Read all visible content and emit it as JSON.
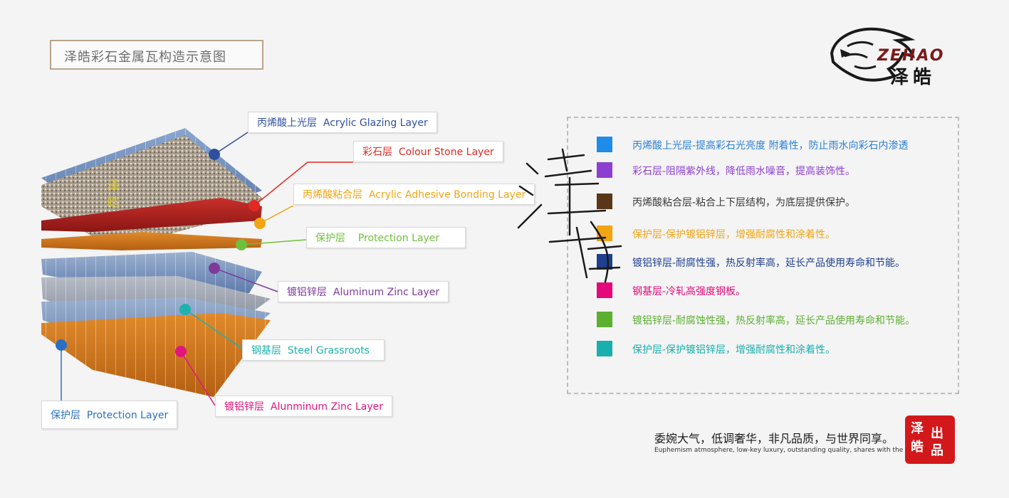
{
  "title": "泽皓彩石金属瓦构造示意图",
  "logo": {
    "latin": "ZEHAO",
    "cn": "泽皓",
    "icon": "lion-head-icon"
  },
  "stack_watermark": "泽皓",
  "callouts": [
    {
      "cn": "丙烯酸上光层",
      "en": "Acrylic Glazing Layer",
      "color": "#2f4f9e"
    },
    {
      "cn": "彩石层",
      "en": "Colour Stone Layer",
      "color": "#e02a24"
    },
    {
      "cn": "丙烯酸粘合层",
      "en": "Acrylic Adhesive Bonding Layer",
      "color": "#f2a413"
    },
    {
      "cn": "保护层",
      "en": "Protection Layer",
      "color": "#6fbf3c"
    },
    {
      "cn": "镀铝锌层",
      "en": "Aluminum Zinc Layer",
      "color": "#7d3a9a"
    },
    {
      "cn": "钢基层",
      "en": "Steel Grassroots",
      "color": "#1fb1ac"
    },
    {
      "cn": "镀铝锌层",
      "en": "Alunminum Zinc Layer",
      "color": "#e0167f"
    },
    {
      "cn": "保护层",
      "en": "Protection Layer",
      "color": "#2a6fc2"
    }
  ],
  "legend": [
    {
      "text": "丙烯酸上光层-提高彩石光亮度 附着性，防止雨水向彩石内渗透",
      "color": "#1e8ce8"
    },
    {
      "text": "彩石层-阻隔紫外线，降低雨水噪音，提高装饰性。",
      "color": "#8d3fd2"
    },
    {
      "text": "丙烯酸粘合层-粘合上下层结构，为底层提供保护。",
      "color": "#5a3618"
    },
    {
      "text": "保护层-保护镀铝锌层，增强耐腐性和涂着性。",
      "color": "#f2a413"
    },
    {
      "text": "镀铝锌层-耐腐性强，热反射率高，延长产品使用寿命和节能。",
      "color": "#1f3f8f"
    },
    {
      "text": "钢基层-冷轧高强度钢板。",
      "color": "#e4087a"
    },
    {
      "text": "镀铝锌层-耐腐蚀性强，热反射率高，延长产品使用寿命和节能。",
      "color": "#5cb030"
    },
    {
      "text": "保护层-保护镀铝锌层，增强耐腐性和涂着性。",
      "color": "#17b0ad"
    }
  ],
  "legend_text_colors": [
    "#2a7fd6",
    "#8d3fd2",
    "#3a3a3a",
    "#f2a413",
    "#1f3f8f",
    "#e4087a",
    "#5cb030",
    "#17b0ad"
  ],
  "watermark": "泽皓",
  "slogan": {
    "cn": "委婉大气，低调奢华，非凡品质，与世界同享。",
    "en": "Euphemism atmosphere, low-key luxury, outstanding quality, shares with the world."
  },
  "seal": {
    "left": "泽皓",
    "right": "出品"
  }
}
